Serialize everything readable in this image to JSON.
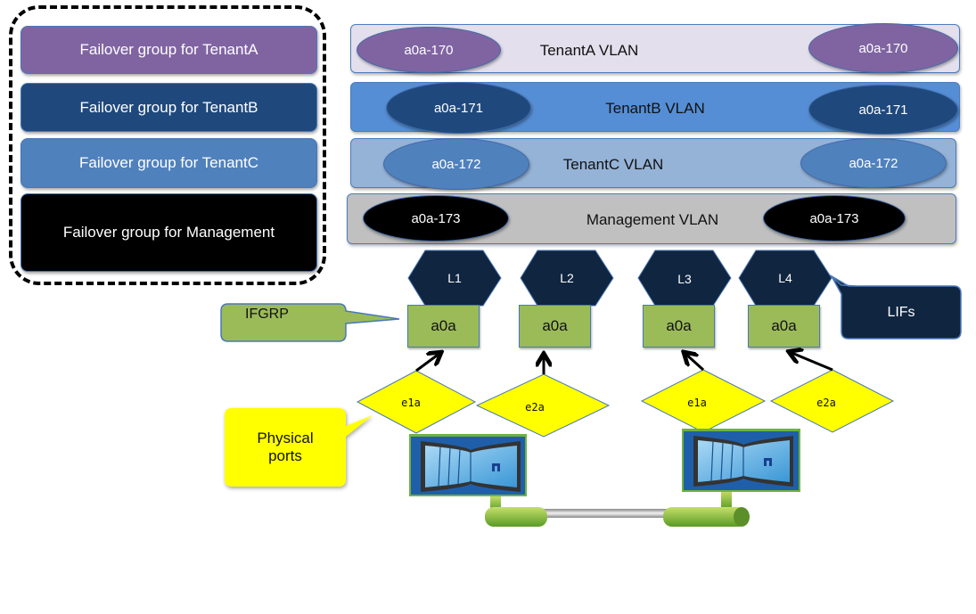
{
  "failover_groups": [
    {
      "label": "Failover group for TenantA",
      "color": "#8064a2"
    },
    {
      "label": "Failover group for TenantB",
      "color": "#1f497d"
    },
    {
      "label": "Failover group for TenantC",
      "color": "#4f81bd"
    },
    {
      "label": "Failover group for Management",
      "color": "#000000"
    }
  ],
  "vlans": [
    {
      "label": "TenantA VLAN",
      "port": "a0a-170",
      "band_color": "#e4dfec",
      "oval_color": "#8064a2"
    },
    {
      "label": "TenantB VLAN",
      "port": "a0a-171",
      "band_color": "#558ed5",
      "oval_color": "#1f497d"
    },
    {
      "label": "TenantC VLAN",
      "port": "a0a-172",
      "band_color": "#95b3d7",
      "oval_color": "#4f81bd"
    },
    {
      "label": "Management VLAN",
      "port": "a0a-173",
      "band_color": "#c0c0c0",
      "oval_color": "#000000"
    }
  ],
  "lifs": [
    "L1",
    "L2",
    "L3",
    "L4"
  ],
  "lifs_callout": "LIFs",
  "ifgrps": [
    "a0a",
    "a0a",
    "a0a",
    "a0a"
  ],
  "ifgrp_callout": "IFGRP",
  "physical_ports": [
    "e1a",
    "e2a",
    "e1a",
    "e2a"
  ],
  "physical_ports_callout": "Physical\nports",
  "colors": {
    "lif": "#10253f",
    "ifgrp": "#9bbb59",
    "port": "#ffff00",
    "outline": "#4a78b8"
  }
}
